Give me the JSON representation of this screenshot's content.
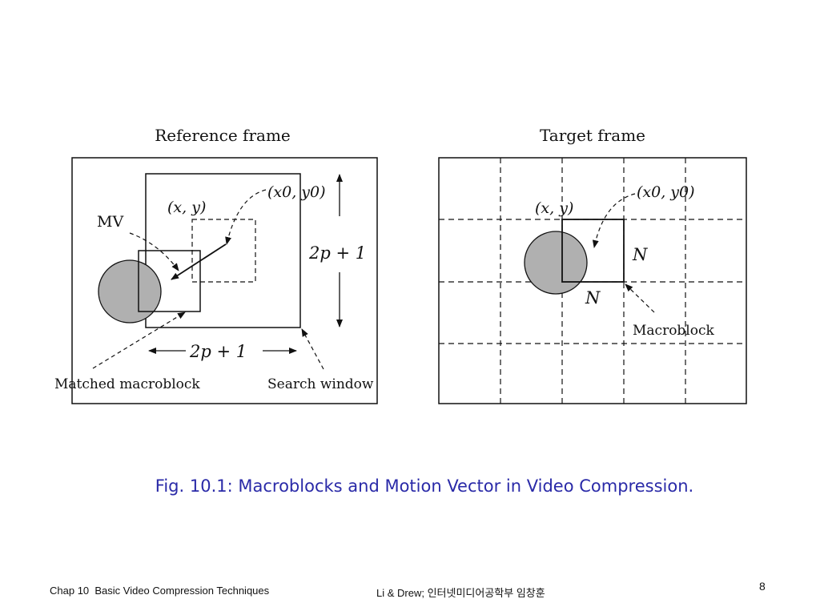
{
  "figure": {
    "reference_frame": {
      "title": "Reference frame",
      "labels": {
        "mv": "MV",
        "xy": "(x, y)",
        "x0y0": "(x0, y0)",
        "size_vertical": "2p + 1",
        "size_horizontal": "2p + 1",
        "matched_macroblock": "Matched macroblock",
        "search_window": "Search window"
      }
    },
    "target_frame": {
      "title": "Target frame",
      "labels": {
        "xy": "(x, y)",
        "x0y0": "(x0, y0)",
        "n_side": "N",
        "n_bottom": "N",
        "macroblock": "Macroblock"
      }
    },
    "colors": {
      "object_fill": "#b0b0b0",
      "stroke": "#111111"
    }
  },
  "caption": "Fig. 10.1: Macroblocks and Motion Vector in Video Compression.",
  "footer": {
    "left": "Chap 10  Basic Video Compression Techniques",
    "center": "Li & Drew; 인터넷미디어공학부 임창훈",
    "page_number": "8"
  }
}
